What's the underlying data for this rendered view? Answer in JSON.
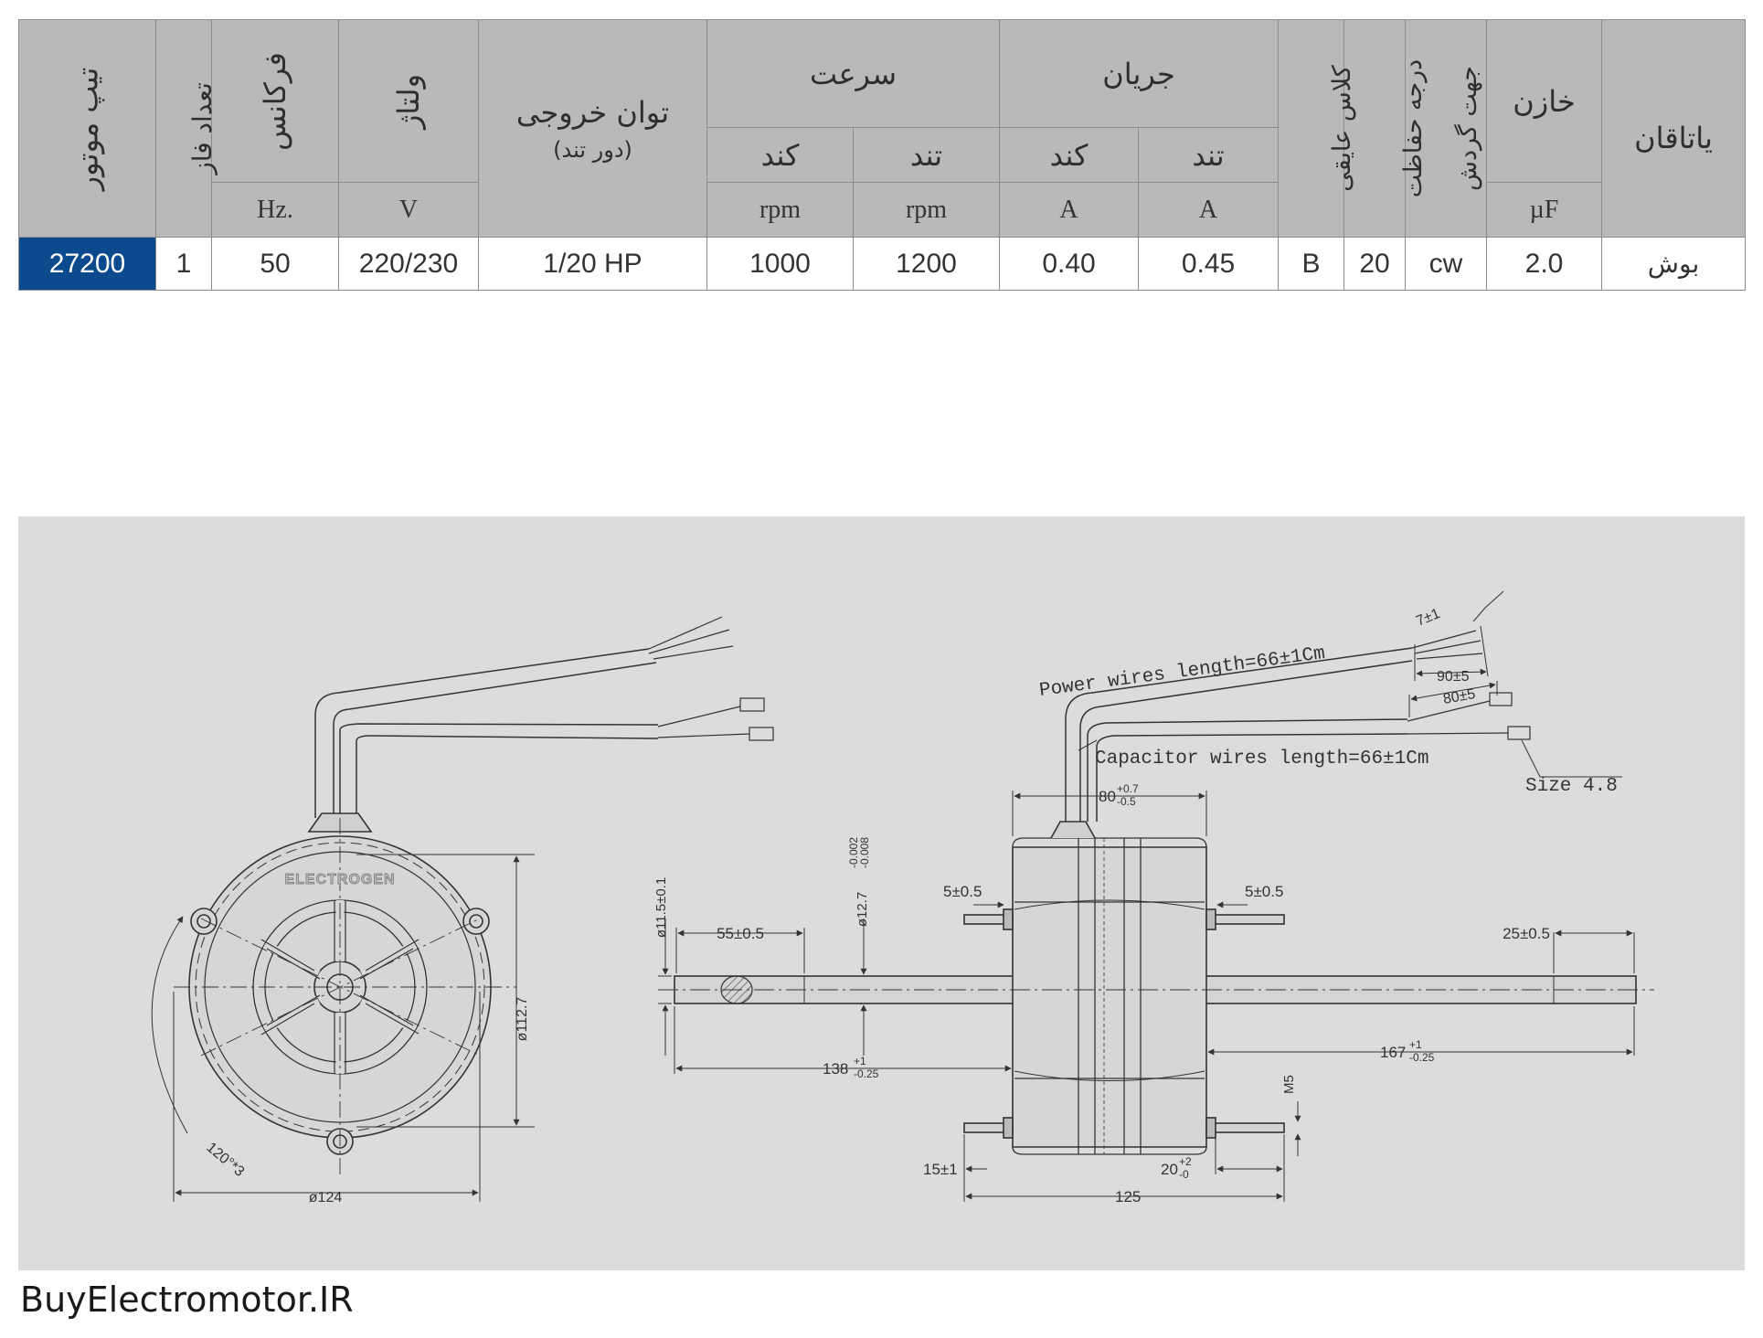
{
  "table": {
    "headers": {
      "motor_type": "تیپ موتور",
      "phase_count": "تعداد فاز",
      "frequency": "فرکانس",
      "frequency_unit": "Hz.",
      "voltage": "ولتاژ",
      "voltage_unit": "V",
      "output_power": "توان خروجی",
      "output_power_note": "(دور تند)",
      "speed": "سرعت",
      "speed_low": "کند",
      "speed_high": "تند",
      "speed_unit": "rpm",
      "current": "جریان",
      "current_low": "کند",
      "current_high": "تند",
      "current_unit": "A",
      "insulation_class": "کلاس عایقی",
      "protection_degree": "درجه حفاظت",
      "rotation": "جهت گردش",
      "capacitor": "خازن",
      "capacitor_unit": "µF",
      "bearing": "یاتاقان"
    },
    "row": {
      "model": "27200",
      "phase": "1",
      "frequency": "50",
      "voltage": "220/230",
      "power": "1/20 HP",
      "speed_low": "1000",
      "speed_high": "1200",
      "current_low": "0.40",
      "current_high": "0.45",
      "insulation": "B",
      "protection": "20",
      "rotation": "cw",
      "capacitor": "2.0",
      "bearing": "بوش"
    }
  },
  "drawing": {
    "brand": "ELECTROGEN",
    "power_wires": "Power wires length=66±1Cm",
    "capacitor_wires": "Capacitor wires length=66±1Cm",
    "size_label": "Size 4.8",
    "dims": {
      "d112": "ø112.7",
      "d124": "ø124",
      "angle": "120°*3",
      "shaft_dia": "ø11.5±0.1",
      "flat_len": "55±0.5",
      "shaft_dia2_base": "ø12.7",
      "shaft_dia2_tol_up": "-0.002",
      "shaft_dia2_tol_dn": "-0.008",
      "front_len_base": "138",
      "front_len_up": "+1",
      "front_len_dn": "-0.25",
      "rear_len_base": "167",
      "rear_len_up": "+1",
      "rear_len_dn": "-0.25",
      "rear_flat": "25±0.5",
      "body_base": "80",
      "body_up": "+0.7",
      "body_dn": "-0.5",
      "stud_left": "5±0.5",
      "stud_right": "5±0.5",
      "thread": "M5",
      "stud_len": "15±1",
      "stud_span": "125",
      "stud_off_base": "20",
      "stud_off_up": "+2",
      "stud_off_dn": "-0",
      "wire_strip": "7±1",
      "wire_90": "90±5",
      "wire_80": "80±5"
    }
  },
  "footer": "BuyElectromotor.IR"
}
